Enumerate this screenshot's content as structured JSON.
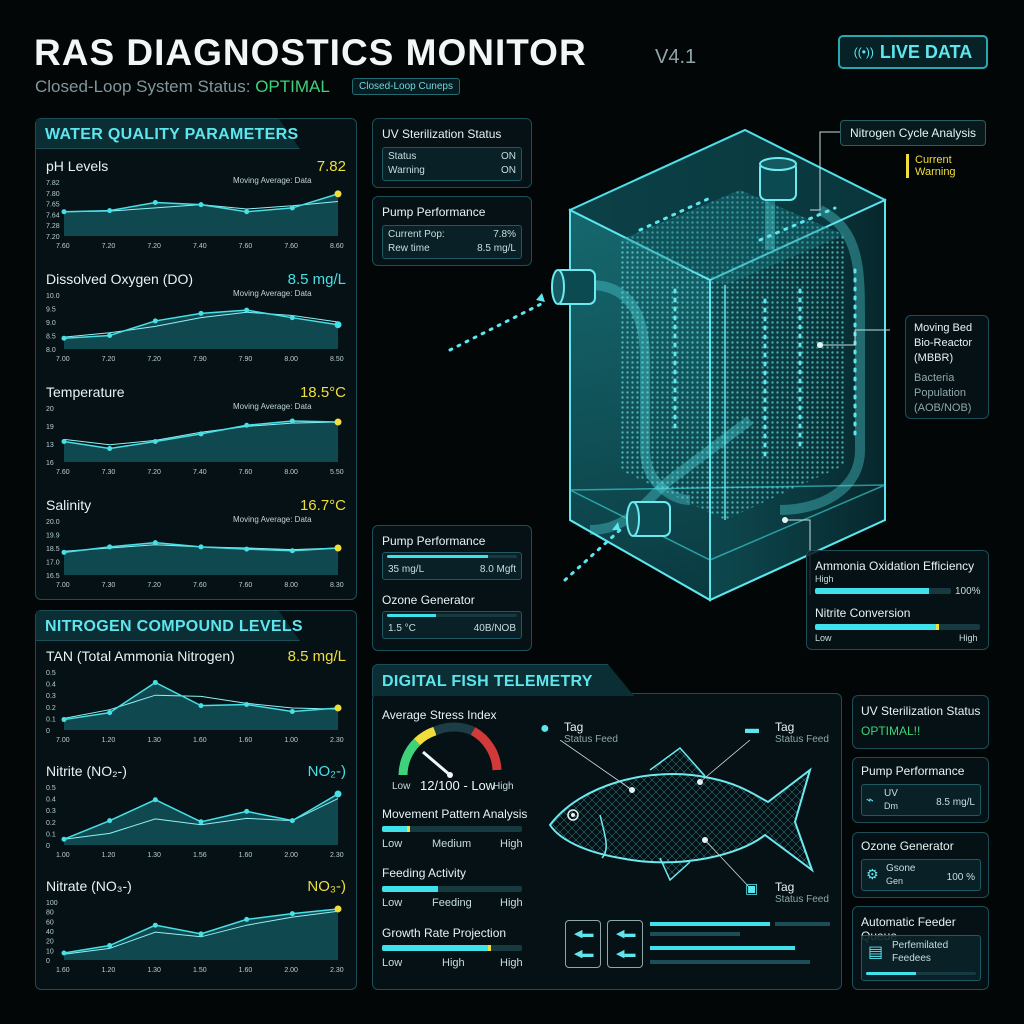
{
  "header": {
    "title": "RAS DIAGNOSTICS MONITOR",
    "version": "V4.1",
    "status_prefix": "Closed-Loop System Status:",
    "status_value": "OPTIMAL",
    "badge": "Closed-Loop Cuneps",
    "live_label": "LIVE DATA"
  },
  "water_quality": {
    "title": "WATER QUALITY PARAMETERS",
    "legend": "Moving Average: Data",
    "charts": [
      {
        "name": "pH Levels",
        "value": "7.82",
        "color": "#f0de3c",
        "yticks": [
          "7.82",
          "7.80",
          "7.65",
          "7.64",
          "7.28",
          "7.20"
        ],
        "xticks": [
          "7.60",
          "7.20",
          "7.20",
          "7.40",
          "7.60",
          "7.60",
          "8.60"
        ],
        "series": [
          0.45,
          0.47,
          0.62,
          0.58,
          0.45,
          0.52,
          0.78
        ],
        "avg": [
          0.45,
          0.46,
          0.52,
          0.58,
          0.5,
          0.56,
          0.64
        ]
      },
      {
        "name": "Dissolved Oxygen (DO)",
        "value": "8.5 mg/L",
        "color": "#47e0e6",
        "yticks": [
          "10.0",
          "9.5",
          "9.0",
          "8.5",
          "8.0"
        ],
        "xticks": [
          "7.00",
          "7.20",
          "7.20",
          "7.90",
          "7.90",
          "8.00",
          "8.50"
        ],
        "series": [
          0.2,
          0.25,
          0.52,
          0.66,
          0.72,
          0.58,
          0.45
        ],
        "avg": [
          0.22,
          0.3,
          0.42,
          0.58,
          0.68,
          0.62,
          0.5
        ]
      },
      {
        "name": "Temperature",
        "value": "18.5°C",
        "color": "#f0de3c",
        "yticks": [
          "20",
          "19",
          "13",
          "16"
        ],
        "xticks": [
          "7.60",
          "7.30",
          "7.20",
          "7.40",
          "7.60",
          "8.00",
          "5.50"
        ],
        "series": [
          0.38,
          0.25,
          0.38,
          0.52,
          0.68,
          0.76,
          0.74
        ],
        "avg": [
          0.42,
          0.32,
          0.4,
          0.55,
          0.66,
          0.72,
          0.74
        ]
      },
      {
        "name": "Salinity",
        "value": "16.7°C",
        "color": "#f0de3c",
        "yticks": [
          "20.0",
          "19.9",
          "18.5",
          "17.0",
          "16.5"
        ],
        "xticks": [
          "7.00",
          "7.30",
          "7.20",
          "7.60",
          "7.60",
          "8.00",
          "8.30"
        ],
        "series": [
          0.42,
          0.52,
          0.6,
          0.52,
          0.48,
          0.45,
          0.5
        ],
        "avg": [
          0.44,
          0.5,
          0.56,
          0.52,
          0.5,
          0.47,
          0.5
        ]
      }
    ]
  },
  "nitrogen": {
    "title": "NITROGEN COMPOUND LEVELS",
    "charts": [
      {
        "name": "TAN (Total Ammonia Nitrogen)",
        "value": "8.5 mg/L",
        "color": "#f0de3c",
        "yticks": [
          "0.5",
          "0.4",
          "0.3",
          "0.2",
          "0.1",
          "0"
        ],
        "xticks": [
          "7.00",
          "1.20",
          "1.30",
          "1.60",
          "1.60",
          "1.00",
          "2.30"
        ],
        "series": [
          0.18,
          0.3,
          0.82,
          0.42,
          0.44,
          0.32,
          0.38
        ],
        "avg": [
          0.2,
          0.35,
          0.6,
          0.58,
          0.46,
          0.38,
          0.36
        ]
      },
      {
        "name": "Nitrite (NO₂-)",
        "value": "NO₂-)",
        "color": "#47e0e6",
        "yticks": [
          "0.5",
          "0.4",
          "0.3",
          "0.2",
          "0.1",
          "0"
        ],
        "xticks": [
          "1.00",
          "1.20",
          "1.30",
          "1.56",
          "1.60",
          "2.00",
          "2.30"
        ],
        "series": [
          0.1,
          0.42,
          0.78,
          0.4,
          0.58,
          0.42,
          0.88
        ],
        "avg": [
          0.1,
          0.2,
          0.45,
          0.35,
          0.46,
          0.42,
          0.8
        ]
      },
      {
        "name": "Nitrate (NO₃-)",
        "value": "NO₃-)",
        "color": "#f0de3c",
        "yticks": [
          "100",
          "80",
          "60",
          "40",
          "20",
          "10",
          "0"
        ],
        "xticks": [
          "1.60",
          "1.20",
          "1.30",
          "1.50",
          "1.60",
          "2.00",
          "2.30"
        ],
        "series": [
          0.12,
          0.25,
          0.6,
          0.45,
          0.7,
          0.8,
          0.88
        ],
        "avg": [
          0.1,
          0.2,
          0.48,
          0.4,
          0.6,
          0.74,
          0.84
        ]
      }
    ]
  },
  "uv_status": {
    "title": "UV Sterilization Status",
    "rows": [
      [
        "Status",
        "ON"
      ],
      [
        "Warning",
        "ON"
      ]
    ]
  },
  "pump_top": {
    "title": "Pump Performance",
    "rows": [
      [
        "Current Pop:",
        "7.8%"
      ],
      [
        "Rew time",
        "8.5 mg/L"
      ]
    ]
  },
  "pump_mid": {
    "title": "Pump Performance",
    "left": "35 mg/L",
    "right": "8.0 Mgft",
    "fill": 0.78
  },
  "ozone_mid": {
    "title": "Ozone Generator",
    "left": "1.5 °C",
    "right": "40B/NOB",
    "fill": 0.38
  },
  "callouts": {
    "nitrogen_cycle": "Nitrogen Cycle Analysis",
    "current": "Current",
    "warning": "Warning",
    "mbbr": [
      "Moving Bed",
      "Bio-Reactor",
      "(MBBR)"
    ],
    "bacteria": [
      "Bacteria",
      "Population",
      "(AOB/NOB)"
    ]
  },
  "ammonia": {
    "title": "Ammonia Oxidation Efficiency",
    "high": "High",
    "pct": "100%",
    "fill": 0.84,
    "nitrite_title": "Nitrite Conversion",
    "low": "Low",
    "high2": "High",
    "nitrite_fill": 0.75
  },
  "telemetry": {
    "title": "DIGITAL FISH TELEMETRY",
    "stress_title": "Average Stress Index",
    "stress_low": "Low",
    "stress_value": "12/100 - Low",
    "stress_high": "High",
    "movement_title": "Movement Pattern Analysis",
    "movement_fill": 0.2,
    "movement_labels": [
      "Low",
      "Medium",
      "High"
    ],
    "feeding_title": "Feeding Activity",
    "feeding_fill": 0.4,
    "feeding_labels": [
      "Low",
      "Feeding",
      "High"
    ],
    "growth_title": "Growth Rate Projection",
    "growth_fill": 0.78,
    "growth_labels": [
      "Low",
      "High",
      "High"
    ],
    "tags": [
      {
        "label": "Tag",
        "sub": "Status Feed"
      },
      {
        "label": "Tag",
        "sub": "Status Feed"
      },
      {
        "label": "Tag",
        "sub": "Status Feed"
      }
    ]
  },
  "right_col": {
    "uv_title": "UV Sterilization Status",
    "uv_value": "OPTIMAL!!",
    "pump_title": "Pump Performance",
    "pump_a": "UV",
    "pump_b": "Dm",
    "pump_val": "8.5 mg/L",
    "ozone_title": "Ozone Generator",
    "ozone_a": "Gsone",
    "ozone_b": "Gen",
    "ozone_val": "100 %",
    "feeder_title": "Automatic Feeder Queue",
    "feeder_a": "Perfemilated",
    "feeder_b": "Feedees",
    "feeder_fill": 0.45
  },
  "colors": {
    "accent": "#47e0e6",
    "warn": "#f0de3c",
    "ok": "#3fd27a",
    "bad": "#d23a3a"
  }
}
